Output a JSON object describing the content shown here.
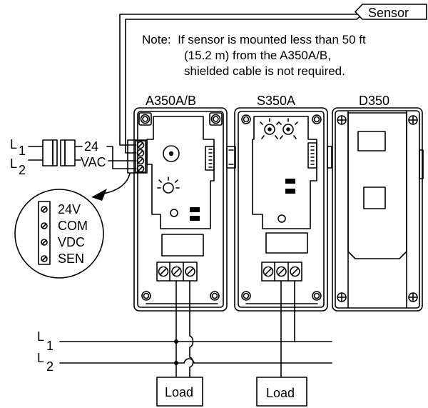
{
  "sensor_label": "Sensor",
  "note": {
    "prefix": "Note:",
    "line1": "If sensor is mounted less than 50 ft",
    "line2": "(15.2 m) from the A350A/B,",
    "line3": "shielded cable is not required."
  },
  "modules": {
    "a350": "A350A/B",
    "s350": "S350A",
    "d350": "D350"
  },
  "supply": {
    "l_letter": "L",
    "l1_sub": "1",
    "l2_sub": "2",
    "v24": "24",
    "vac": "VAC"
  },
  "terminal_block": [
    "24V",
    "COM",
    "VDC",
    "SEN"
  ],
  "lines": {
    "l_letter": "L",
    "l1_sub": "1",
    "l2_sub": "2"
  },
  "loads": [
    "Load",
    "Load"
  ]
}
